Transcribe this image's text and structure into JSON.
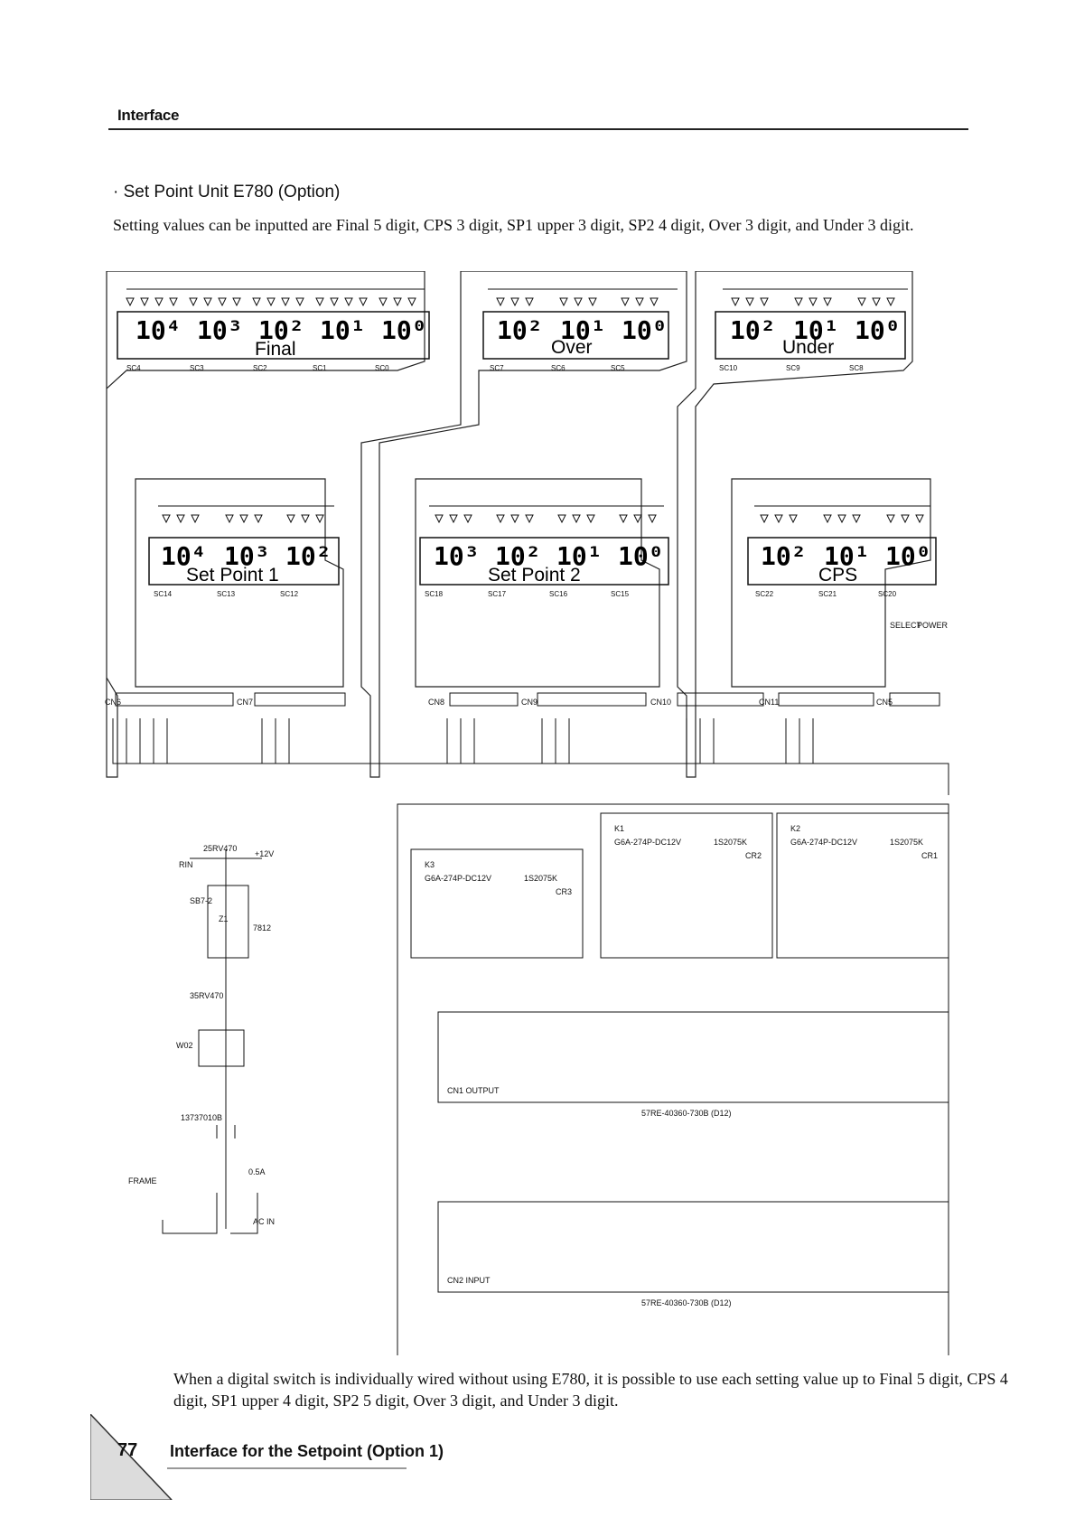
{
  "header": {
    "section": "Interface"
  },
  "subtitle": "· Set Point Unit E780 (Option)",
  "intro": "Setting values can be inputted are Final 5 digit, CPS 3 digit, SP1 upper 3 digit, SP2 4 digit, Over 3 digit, and Under 3 digit.",
  "displays": {
    "final": {
      "label": "Final",
      "digits": [
        "10⁴",
        "10³",
        "10²",
        "10¹",
        "10⁰"
      ],
      "sc": [
        "SC4",
        "SC3",
        "SC2",
        "SC1",
        "SC0"
      ]
    },
    "over": {
      "label": "Over",
      "digits": [
        "10²",
        "10¹",
        "10⁰"
      ],
      "sc": [
        "SC7",
        "SC6",
        "SC5"
      ]
    },
    "under": {
      "label": "Under",
      "digits": [
        "10²",
        "10¹",
        "10⁰"
      ],
      "sc": [
        "SC10",
        "SC9",
        "SC8"
      ]
    },
    "sp1": {
      "label": "Set Point 1",
      "digits": [
        "10⁴",
        "10³",
        "10²"
      ],
      "sc": [
        "SC14",
        "SC13",
        "SC12"
      ]
    },
    "sp2": {
      "label": "Set Point 2",
      "digits": [
        "10³",
        "10²",
        "10¹",
        "10⁰"
      ],
      "sc": [
        "SC18",
        "SC17",
        "SC16",
        "SC15"
      ]
    },
    "cps": {
      "label": "CPS",
      "digits": [
        "10²",
        "10¹",
        "10⁰"
      ],
      "sc": [
        "SC22",
        "SC21",
        "SC20"
      ]
    }
  },
  "connectors": {
    "cn6": "CN6",
    "cn7": "CN7",
    "cn8": "CN8",
    "cn9": "CN9",
    "cn10": "CN10",
    "cn11": "CN11",
    "cn5": "CN5"
  },
  "relays": {
    "k1": {
      "name": "K1",
      "model": "G6A-274P-DC12V",
      "diode": "1S2075K",
      "cr": "CR2"
    },
    "k2": {
      "name": "K2",
      "model": "G6A-274P-DC12V",
      "diode": "1S2075K",
      "cr": "CR1"
    },
    "k3": {
      "name": "K3",
      "model": "G6A-274P-DC12V",
      "diode": "1S2075K",
      "cr": "CR3"
    }
  },
  "power": {
    "c2": "25RV470",
    "c1": "35RV470",
    "reg": "7812",
    "z1": "Z1",
    "fuse_pkg": "SB7-2",
    "bridge": "W02",
    "trans": "13737010B",
    "fuse": "0.5A",
    "ac": "AC IN",
    "frame": "FRAME",
    "plus12": "+12V",
    "rin": "RIN"
  },
  "cn1": {
    "label": "CN1 OUTPUT",
    "part": "57RE-40360-730B (D12)"
  },
  "cn2": {
    "label": "CN2 INPUT",
    "part": "57RE-40360-730B (D12)"
  },
  "power_indicator": {
    "power": "POWER",
    "select": "SELECT"
  },
  "closing": "When a digital switch is individually wired without using E780, it is possible to use each setting value up to Final 5 digit, CPS 4 digit, SP1 upper 4 digit, SP2 5 digit, Over 3 digit, and Under 3 digit.",
  "footer": {
    "page_number": "77",
    "title": "Interface for the Setpoint (Option 1)"
  }
}
